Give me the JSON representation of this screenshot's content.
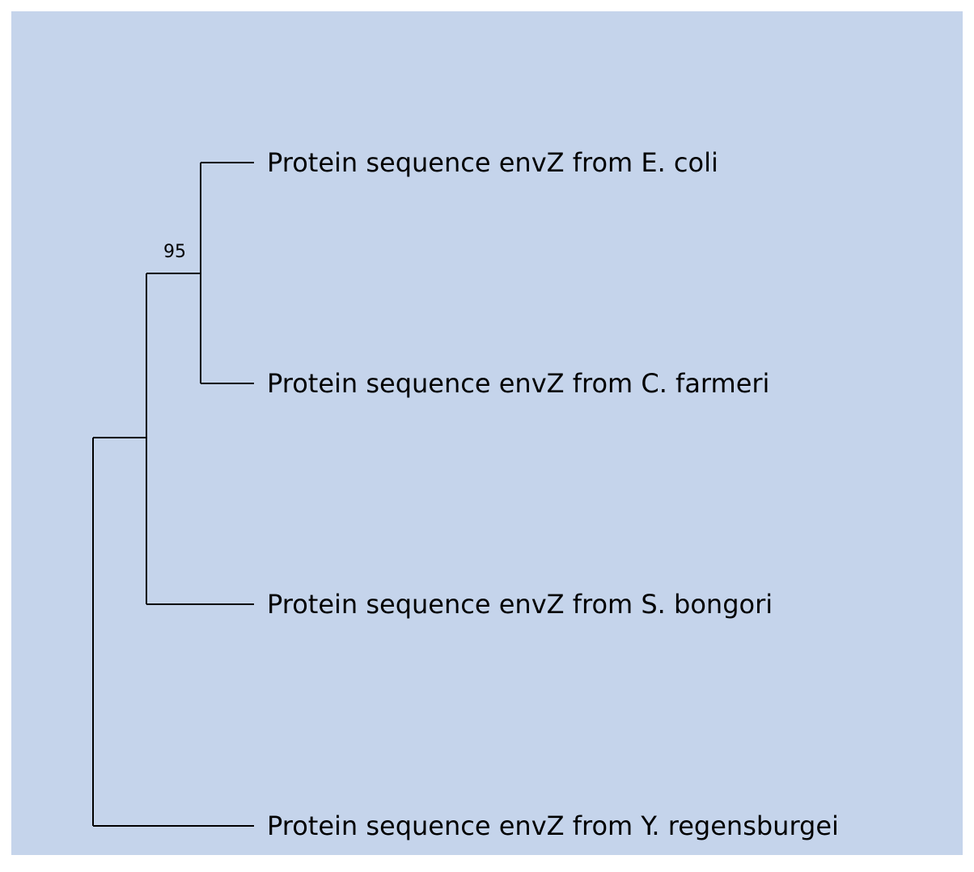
{
  "tree": {
    "leaves": [
      {
        "id": "ecoli",
        "label": "Protein sequence envZ from E. coli"
      },
      {
        "id": "cfarmeri",
        "label": "Protein sequence envZ from C. farmeri"
      },
      {
        "id": "sbongori",
        "label": "Protein sequence envZ from S. bongori"
      },
      {
        "id": "yregensburgei",
        "label": "Protein sequence envZ from Y. regensburgei"
      }
    ],
    "nodes": [
      {
        "id": "node-ecoli-cfarmeri",
        "children": [
          "ecoli",
          "cfarmeri"
        ],
        "support": "95"
      },
      {
        "id": "node-inner",
        "children": [
          "node-ecoli-cfarmeri",
          "sbongori"
        ],
        "support": ""
      },
      {
        "id": "node-root",
        "children": [
          "node-inner",
          "yregensburgei"
        ],
        "support": ""
      }
    ]
  },
  "colors": {
    "background": "#c5d4eb",
    "branch": "#000000"
  }
}
